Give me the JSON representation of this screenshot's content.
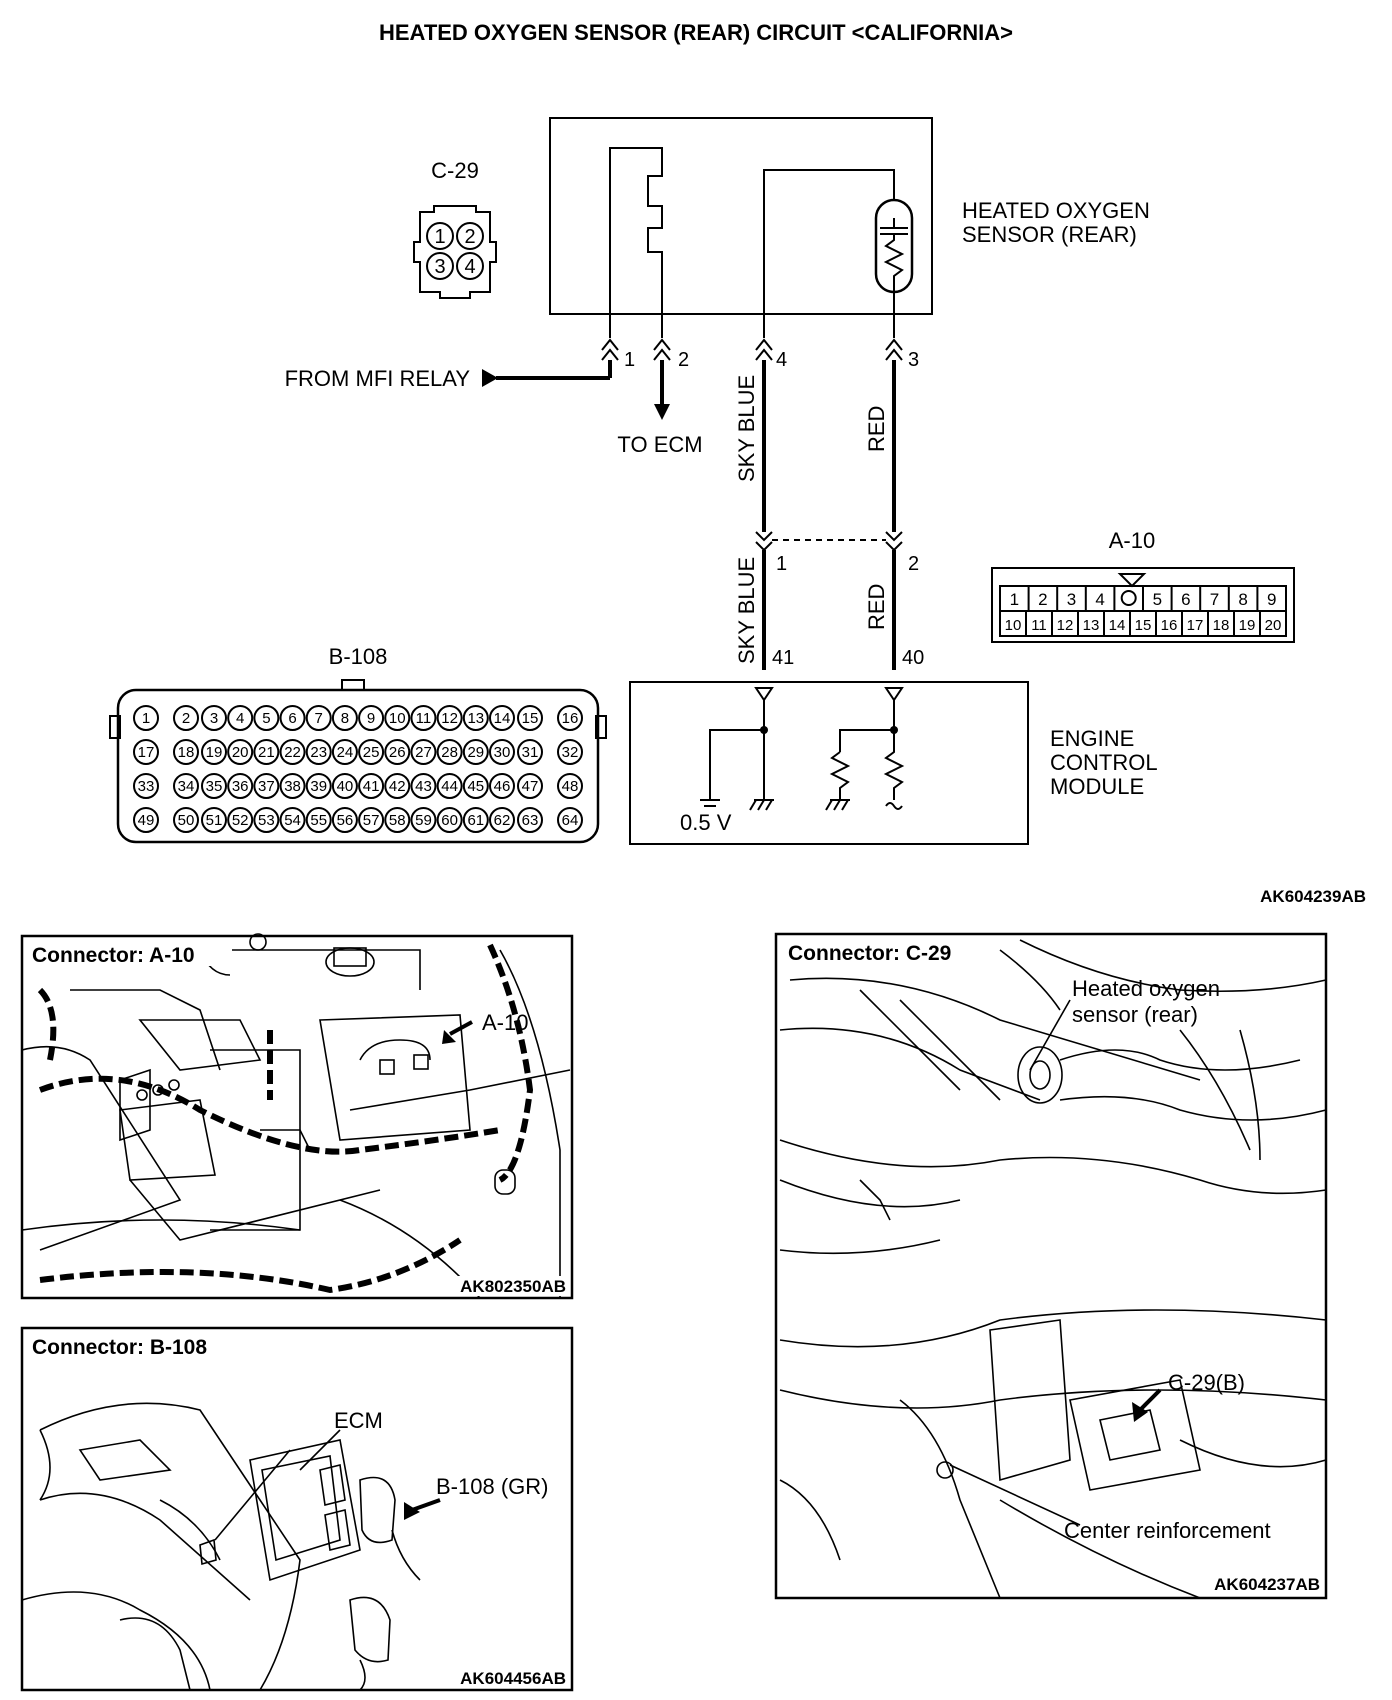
{
  "title": "HEATED OXYGEN SENSOR (REAR) CIRCUIT <CALIFORNIA>",
  "figure_code": "AK604239AB",
  "sensor": {
    "label_line1": "HEATED OXYGEN",
    "label_line2": "SENSOR (REAR)",
    "connector_id": "C-29",
    "connector_pins": [
      "1",
      "2",
      "3",
      "4"
    ],
    "pins": {
      "p1": "1",
      "p2": "2",
      "p3": "3",
      "p4": "4"
    }
  },
  "from_mfi_relay": "FROM MFI RELAY",
  "to_ecm": "TO ECM",
  "wires": {
    "sky_blue": "SKY BLUE",
    "red": "RED"
  },
  "a10": {
    "connector_id": "A-10",
    "pin_a": "1",
    "pin_b": "2",
    "row1": [
      "1",
      "2",
      "3",
      "4",
      "",
      "5",
      "6",
      "7",
      "8",
      "9"
    ],
    "row2": [
      "10",
      "11",
      "12",
      "13",
      "14",
      "15",
      "16",
      "17",
      "18",
      "19",
      "20"
    ]
  },
  "b108": {
    "connector_id": "B-108",
    "pins": [
      [
        "1",
        "2",
        "3",
        "4",
        "5",
        "6",
        "7",
        "8",
        "9",
        "10",
        "11",
        "12",
        "13",
        "14",
        "15",
        "16"
      ],
      [
        "17",
        "18",
        "19",
        "20",
        "21",
        "22",
        "23",
        "24",
        "25",
        "26",
        "27",
        "28",
        "29",
        "30",
        "31",
        "32"
      ],
      [
        "33",
        "34",
        "35",
        "36",
        "37",
        "38",
        "39",
        "40",
        "41",
        "42",
        "43",
        "44",
        "45",
        "46",
        "47",
        "48"
      ],
      [
        "49",
        "50",
        "51",
        "52",
        "53",
        "54",
        "55",
        "56",
        "57",
        "58",
        "59",
        "60",
        "61",
        "62",
        "63",
        "64"
      ]
    ]
  },
  "ecm": {
    "label_line1": "ENGINE",
    "label_line2": "CONTROL",
    "label_line3": "MODULE",
    "pin_41": "41",
    "pin_40": "40",
    "voltage": "0.5 V"
  },
  "panels": {
    "a10": {
      "title": "Connector: A-10",
      "callout": "A-10",
      "code": "AK802350AB"
    },
    "b108": {
      "title": "Connector: B-108",
      "ecm_callout": "ECM",
      "connector_callout": "B-108 (GR)",
      "code": "AK604456AB"
    },
    "c29": {
      "title": "Connector: C-29",
      "sensor_callout_line1": "Heated oxygen",
      "sensor_callout_line2": "sensor (rear)",
      "connector_callout": "C-29(B)",
      "reinforcement_callout": "Center reinforcement",
      "code": "AK604237AB"
    }
  }
}
